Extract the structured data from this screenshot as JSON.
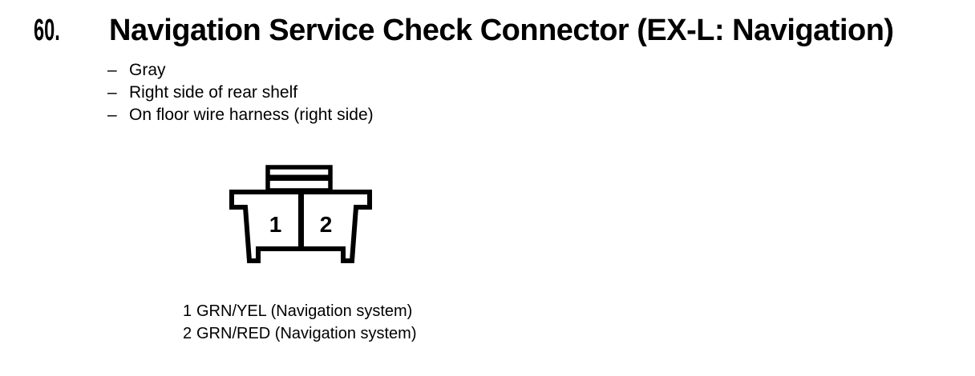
{
  "page": {
    "background_color": "#ffffff",
    "text_color": "#000000"
  },
  "entry": {
    "number": "60.",
    "title": "Navigation Service Check Connector (EX-L: Navigation)",
    "bullet": "–",
    "details": [
      "Gray",
      "Right side of rear shelf",
      "On floor wire harness (right side)"
    ]
  },
  "diagram": {
    "cavities": [
      "1",
      "2"
    ]
  },
  "legend": {
    "pins": [
      {
        "number": "1",
        "label": "GRN/YEL (Navigation system)"
      },
      {
        "number": "2",
        "label": "GRN/RED (Navigation system)"
      }
    ]
  }
}
